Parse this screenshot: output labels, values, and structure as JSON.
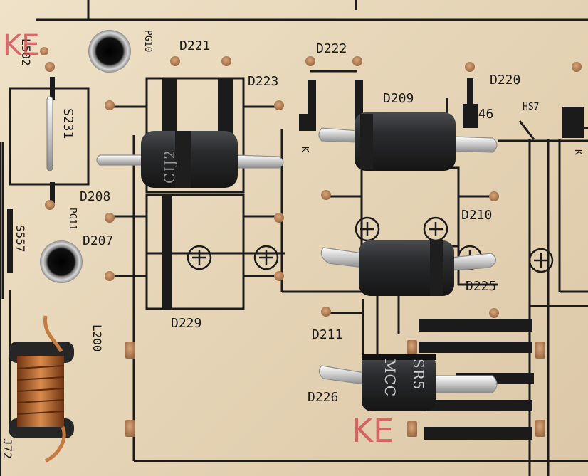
{
  "pcb": {
    "labels": {
      "L502": "L502",
      "PG10": "PG10",
      "D221": "D221",
      "D222": "D222",
      "D223": "D223",
      "D220": "D220",
      "D209": "D209",
      "C546": "C546",
      "HS7": "HS7",
      "S231": "S231",
      "D208": "D208",
      "PG11": "PG11",
      "D207": "D207",
      "S557": "S557",
      "D210": "D210",
      "D225": "D225",
      "D229": "D229",
      "D211": "D211",
      "L200": "L200",
      "D226": "D226",
      "J72": "J72",
      "K_left": "K",
      "K_right": "K"
    },
    "diode_markings": {
      "upper_left": "CIJ2",
      "lower_right_a": "MCC",
      "lower_right_b": "SR5"
    },
    "stamp_text": "KE",
    "colors": {
      "board": "#e9d9bd",
      "silkscreen": "#1b1b1b",
      "diode_body": "#2b2c2e",
      "copper_pad": "#b8835a",
      "inductor_copper": "#b5652e",
      "stamp_red": "#d0424b"
    }
  }
}
